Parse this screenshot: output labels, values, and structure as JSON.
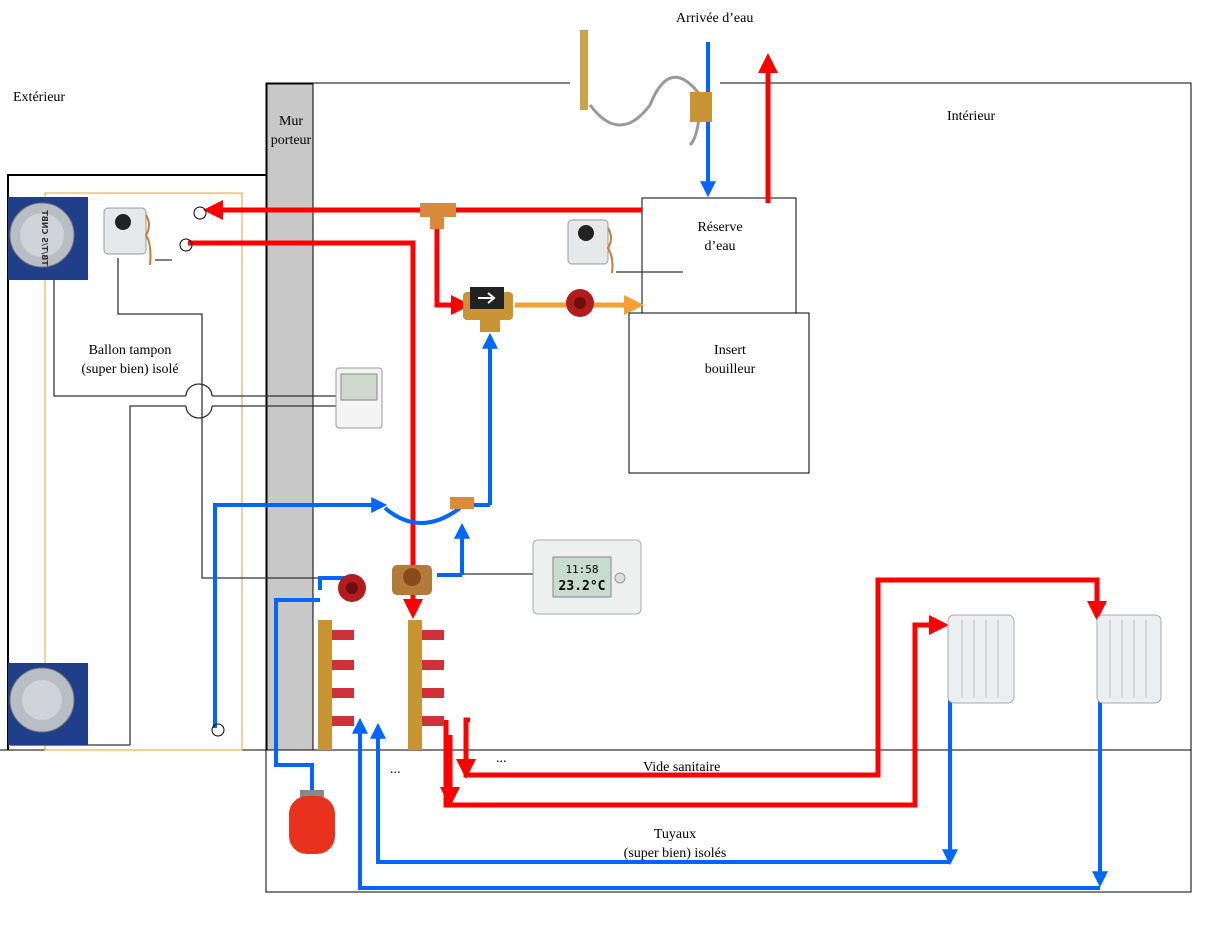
{
  "labels": {
    "water_inlet": "Arrivée d’eau",
    "outside": "Extérieur",
    "load_bearing_wall_line1": "Mur",
    "load_bearing_wall_line2": "porteur",
    "inside": "Intérieur",
    "water_reserve_line1": "Réserve",
    "water_reserve_line2": "d’eau",
    "insert_line1": "Insert",
    "insert_line2": "bouilleur",
    "buffer_tank_line1": "Ballon tampon",
    "buffer_tank_line2": "(super bien) isolé",
    "crawl_space": "Vide sanitaire",
    "pipes_line1": "Tuyaux",
    "pipes_line2": "(super bien) isolés",
    "ellipsis_left": "...",
    "ellipsis_right": "..."
  },
  "devices": {
    "heater_brand_marking": "TB/T/S CNBT",
    "room_thermostat_time": "11:58",
    "room_thermostat_temp": "23.2°C"
  },
  "colors": {
    "hot": "#ff0000",
    "cold": "#0066ff",
    "primary": "#f5a030",
    "wall": "#c8c8c8",
    "tank_outline": "#e8a030"
  }
}
